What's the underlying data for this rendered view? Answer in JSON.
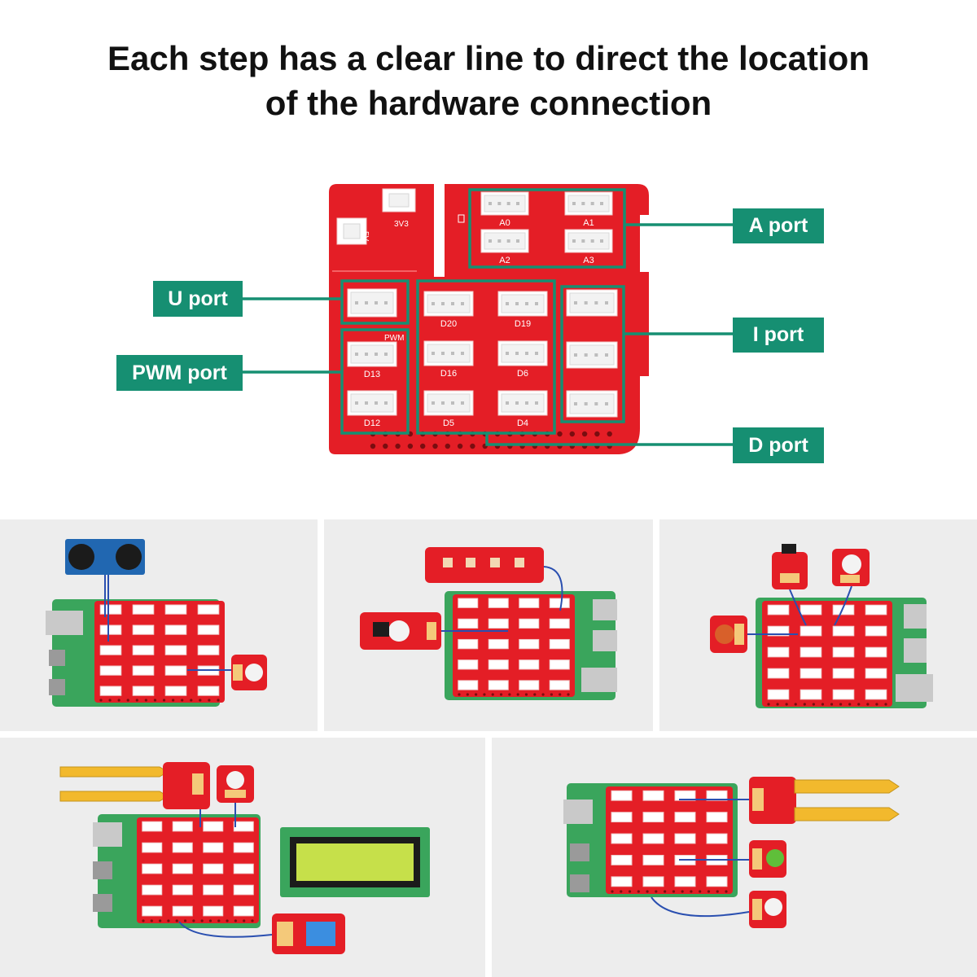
{
  "header": {
    "title_line1": "Each step has a clear line to direct the location",
    "title_line2": "of the hardware connection"
  },
  "board": {
    "power_labels": [
      "5V",
      "3V3"
    ],
    "analog_labels": [
      "A0",
      "A1",
      "A2",
      "A3"
    ],
    "pwm_label": "PWM",
    "digital_labels": [
      "D20",
      "D19",
      "D16",
      "D6",
      "D5",
      "D4"
    ],
    "pwm_port_labels": [
      "D13",
      "D12"
    ]
  },
  "callouts": {
    "a_port": "A port",
    "u_port": "U port",
    "pwm_port": "PWM port",
    "i_port": "I port",
    "d_port": "D port"
  },
  "colors": {
    "board_red": "#e41e26",
    "callout_green": "#168f72",
    "pi_green": "#3aa55c",
    "panel_bg": "#ededed"
  },
  "examples": [
    {
      "name": "ultrasonic-and-button-example",
      "modules": [
        "ultrasonic-sensor",
        "button"
      ]
    },
    {
      "name": "led-strip-and-potentiometer-example",
      "modules": [
        "led-strip",
        "potentiometer"
      ]
    },
    {
      "name": "switch-buzzer-example",
      "modules": [
        "crash-switch",
        "buzzer",
        "rotary-module"
      ]
    },
    {
      "name": "soil-lcd-humiture-example",
      "modules": [
        "soil-sensor",
        "rotation-module",
        "lcd-1602",
        "humiture-sensor"
      ]
    },
    {
      "name": "soil-led-button-example",
      "modules": [
        "soil-sensor",
        "led-module",
        "button"
      ]
    }
  ]
}
